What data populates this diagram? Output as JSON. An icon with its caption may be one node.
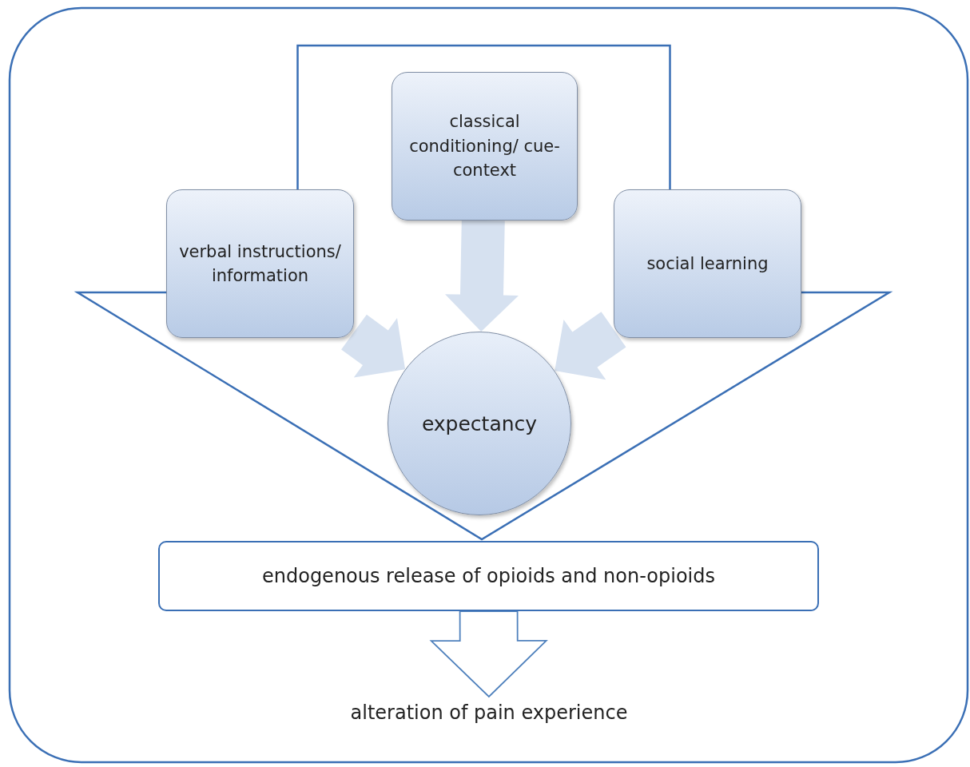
{
  "diagram": {
    "nodes": [
      {
        "text": [
          "classical conditioning/ cue-context"
        ]
      },
      {
        "text": [
          "verbal instructions/ information"
        ]
      },
      {
        "text": [
          "social learning"
        ]
      },
      {
        "text": [
          "expectancy"
        ]
      },
      {
        "text": [
          "endogenous release of opioids and non-opioids"
        ]
      },
      {
        "text": [
          "alteration of pain experience"
        ]
      }
    ],
    "edges": [
      {
        "from": 1,
        "to": 3,
        "arrow": "to",
        "style": "thick"
      },
      {
        "from": 0,
        "to": 3,
        "arrow": "to",
        "style": "thick"
      },
      {
        "from": 2,
        "to": 3,
        "arrow": "to",
        "style": "thick"
      },
      {
        "from": 4,
        "to": 5,
        "arrow": "to",
        "style": "thick",
        "color": "#4f81bd"
      },
      {
        "from": 1,
        "to": 2,
        "arrow": "none"
      }
    ]
  }
}
